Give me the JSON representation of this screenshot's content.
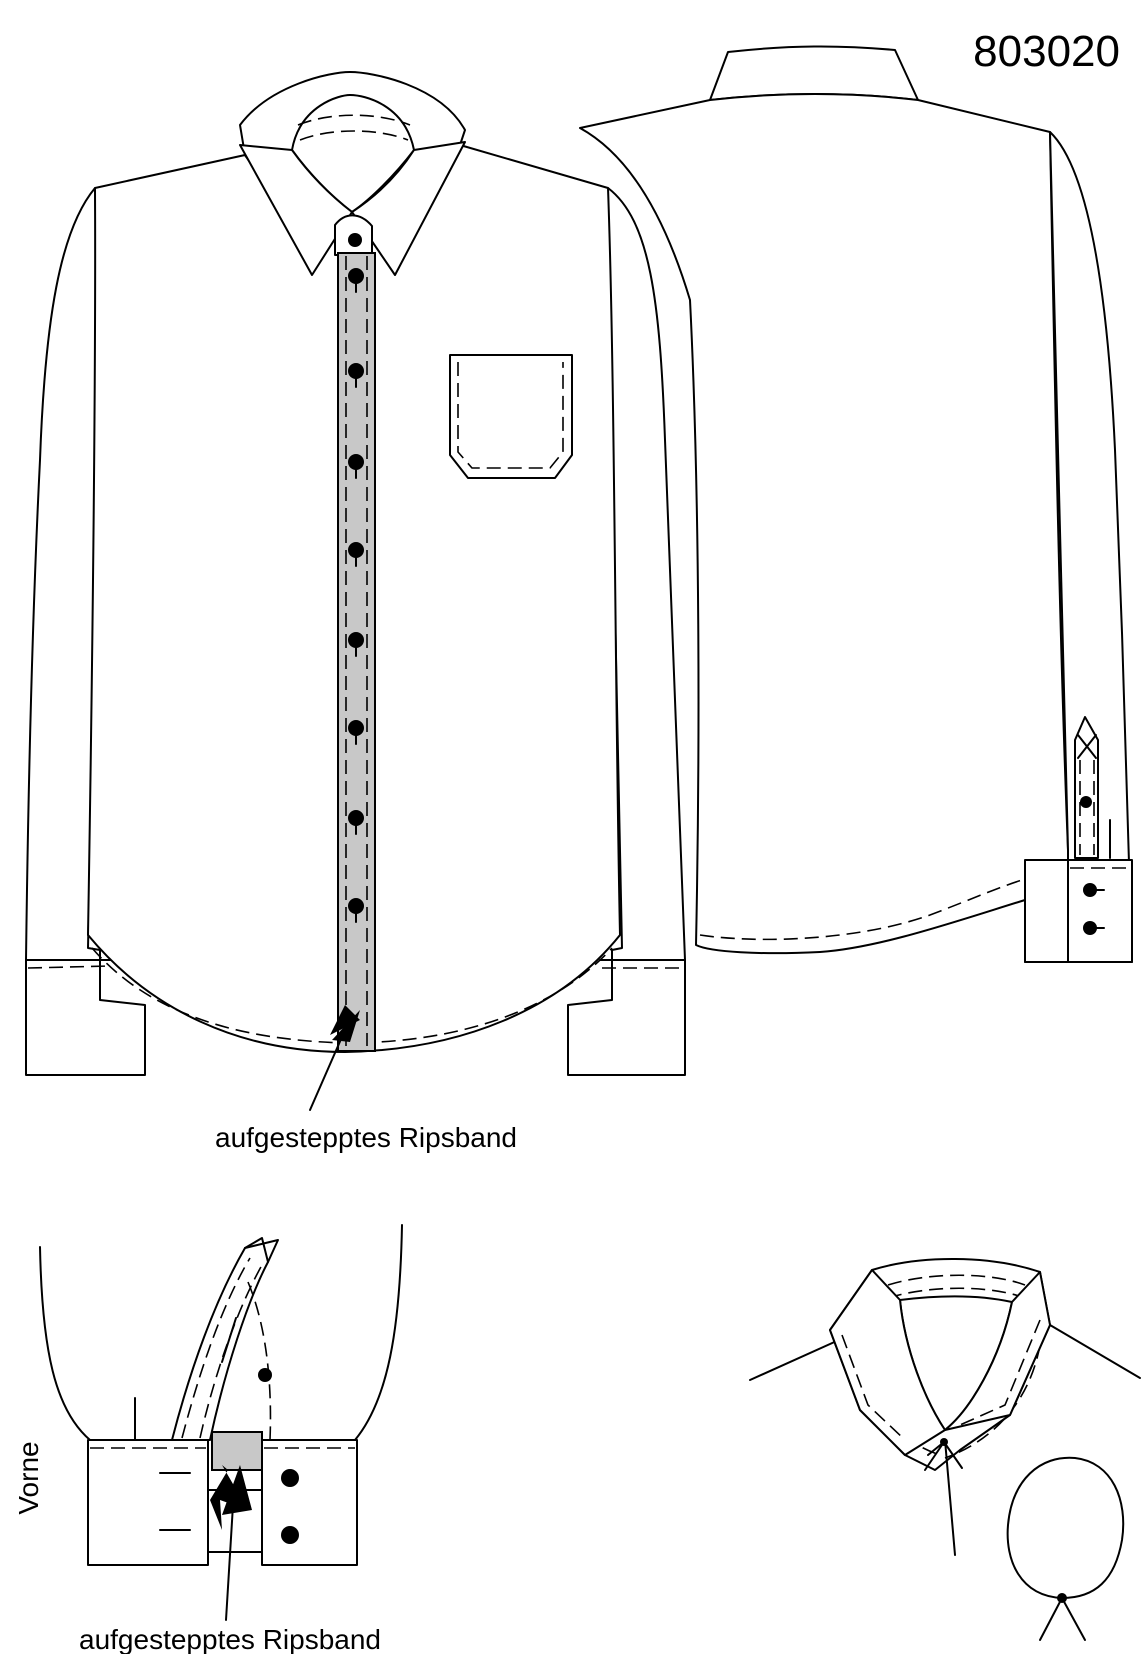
{
  "sheet": {
    "pattern_number": "803020",
    "front_callout": "aufgestepptes Ripsband",
    "detail_side_label": "Vorne",
    "detail_callout": "aufgestepptes Ripsband"
  },
  "colors": {
    "line": "#000000",
    "ribbon_fill": "#c8c8c8",
    "background": "#ffffff"
  }
}
